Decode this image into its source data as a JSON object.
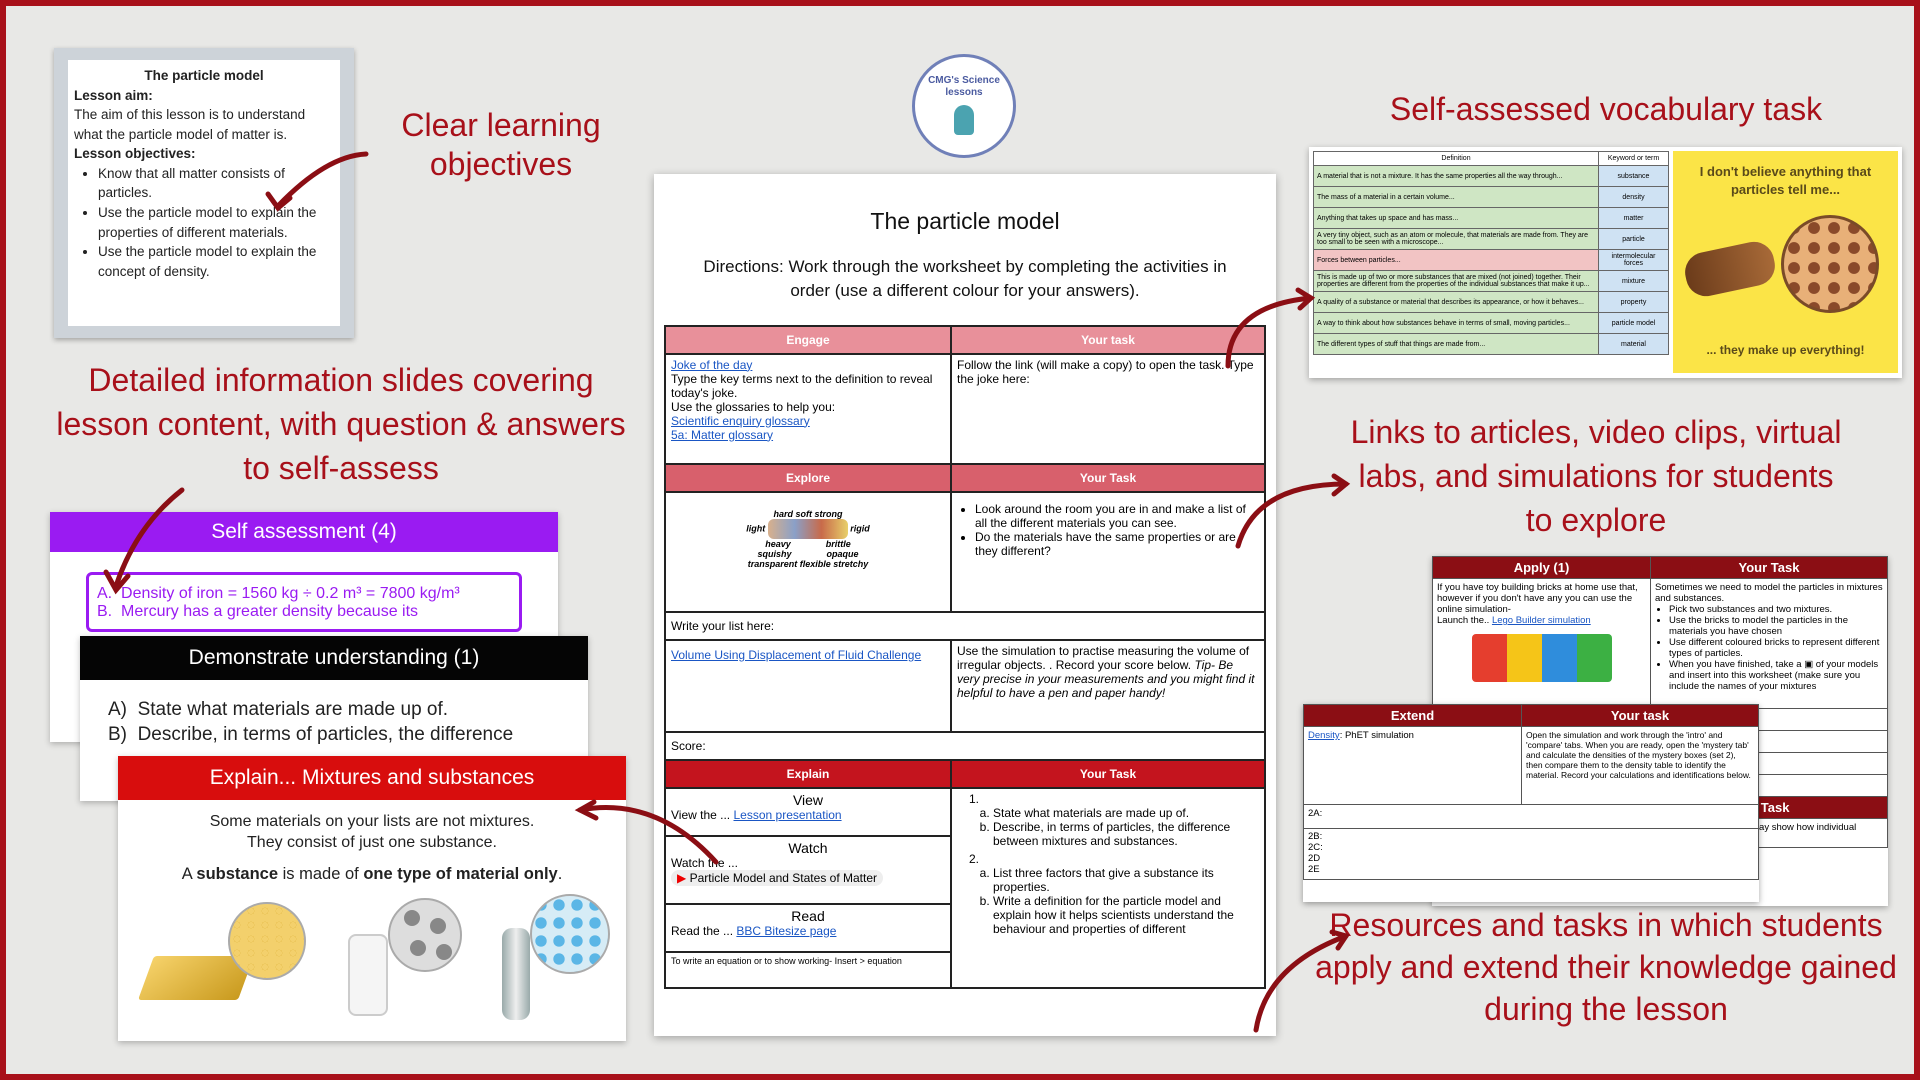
{
  "logo": {
    "text": "CMG's Science lessons"
  },
  "callouts": {
    "objectives": "Clear learning objectives",
    "info_slides": "Detailed information slides covering lesson content, with question & answers to self-assess",
    "vocab": "Self-assessed vocabulary task",
    "links": "Links to articles, video clips, virtual labs, and simulations for students to explore",
    "resources": "Resources and tasks in which students apply and extend their knowledge gained during the lesson"
  },
  "objectives_slide": {
    "title": "The particle model",
    "aim_label": "Lesson aim:",
    "aim_text": "The aim of this lesson is to understand what the particle model of matter is.",
    "obj_label": "Lesson objectives:",
    "objectives": [
      "Know that all matter consists of particles.",
      "Use the particle model to explain the properties of different materials.",
      "Use the particle model to explain the concept of density."
    ]
  },
  "slides": {
    "self_assessment": {
      "title": "Self assessment (4)",
      "a": "Density of iron = 1560 kg ÷ 0.2 m³ = 7800 kg/m³",
      "b": "Mercury has a greater density because its"
    },
    "demonstrate": {
      "title": "Demonstrate understanding (1)",
      "a": "State what materials are made up of.",
      "b": "Describe, in terms of particles, the difference"
    },
    "explain": {
      "title": "Explain... Mixtures and substances",
      "line1": "Some materials on your lists are not mixtures.",
      "line2": "They consist of just one substance.",
      "def_pre": "A",
      "def_word": "substance",
      "def_mid": "is made of",
      "def_bold": "one type of material only",
      "def_end": "."
    }
  },
  "worksheet": {
    "title": "The particle model",
    "directions": "Directions: Work through the worksheet by completing the activities in order (use a different colour for your answers).",
    "engage": {
      "head": "Engage",
      "task_head": "Your task",
      "link1": "Joke of the day",
      "text1": "Type the key terms next to the definition to reveal today's joke.",
      "text2": "Use the glossaries to help you:",
      "link2": "Scientific enquiry glossary",
      "link3": "5a: Matter glossary",
      "task": "Follow the link (will make a copy) to open the task. Type the joke here:"
    },
    "explore": {
      "head": "Explore",
      "task_head": "Your Task",
      "words": [
        "hard",
        "soft",
        "strong",
        "light",
        "rigid",
        "heavy",
        "brittle",
        "squishy",
        "opaque",
        "transparent",
        "flexible",
        "stretchy"
      ],
      "bullets": [
        "Look around the room you are in and make a list of all the different materials you can see.",
        "Do the materials have the same properties or are they different?"
      ],
      "write_list": "Write your list here:",
      "sim_link": "Volume Using Displacement of Fluid Challenge",
      "sim_task": "Use the simulation to practise measuring the volume of irregular objects. . Record your score below.",
      "sim_tip": "Tip- Be very precise in your measurements and you might find it helpful to have a pen and paper handy!",
      "score": "Score:"
    },
    "explain": {
      "head": "Explain",
      "task_head": "Your Task",
      "view_head": "View",
      "view_pre": "View the ...",
      "view_link": "Lesson presentation",
      "watch_head": "Watch",
      "watch_pre": "Watch the ...",
      "watch_chip": "Particle Model and States of Matter",
      "read_head": "Read",
      "read_pre": "Read the ...",
      "read_link": "BBC Bitesize page",
      "equation_note": "To write an equation or to show working- Insert > equation",
      "num1": "1.",
      "q1": [
        "State what materials are made up of.",
        "Describe, in terms of particles, the difference between mixtures and substances."
      ],
      "num2": "2.",
      "q2": [
        "List three factors that give a substance its properties.",
        "Write a definition for the particle model and explain how it helps scientists understand the behaviour and properties of different"
      ]
    }
  },
  "vocab": {
    "col_def": "Definition",
    "col_term": "Keyword or term",
    "rows": [
      {
        "def": "A material that is not a mixture. It has the same properties all the way through...",
        "term": "substance",
        "color": "#cfe6c4"
      },
      {
        "def": "The mass of a material in a certain volume...",
        "term": "density",
        "color": "#cfe6c4"
      },
      {
        "def": "Anything that takes up space and has mass...",
        "term": "matter",
        "color": "#cfe6c4"
      },
      {
        "def": "A very tiny object, such as an atom or molecule, that materials are made from. They are too small to be seen with a microscope...",
        "term": "particle",
        "color": "#cfe6c4"
      },
      {
        "def": "Forces between particles...",
        "term": "intermolecular forces",
        "color": "#f2c4c4"
      },
      {
        "def": "This is made up of two or more substances that are mixed (not joined) together. Their properties are different from the properties of the individual substances that make it up...",
        "term": "mixture",
        "color": "#cfe6c4"
      },
      {
        "def": "A quality of a substance or material that describes its appearance, or how it behaves...",
        "term": "property",
        "color": "#cfe6c4"
      },
      {
        "def": "A way to think about how substances behave in terms of small, moving particles...",
        "term": "particle model",
        "color": "#cfe6c4"
      },
      {
        "def": "The different types of stuff that things are made from...",
        "term": "material",
        "color": "#cfe6c4"
      }
    ],
    "joke_top": "I don't believe anything that particles tell me...",
    "joke_bottom": "... they make up everything!"
  },
  "apply": {
    "head": "Apply (1)",
    "task_head": "Your Task",
    "text": "If you have toy building bricks at home use that, however if you don't have any you can use the online simulation-",
    "launch_pre": "Launch the..",
    "launch_link": "Lego Builder simulation",
    "intro": "Sometimes we need to model the particles in mixtures and substances.",
    "bullets": [
      "Pick two substances and two mixtures.",
      "Use the bricks to model the particles in the materials you have chosen",
      "Use different coloured bricks to represent different types of particles.",
      "When you have finished, take a ▣ of your models and insert into this worksheet (make sure you include the names of your mixtures"
    ],
    "task2": "ır Task",
    "task2_text": "perhaps using an everyday show how individual ubstances."
  },
  "extend": {
    "head": "Extend",
    "task_head": "Your task",
    "link": "Density",
    "link_rest": ": PhET simulation",
    "task": "Open the simulation and work through the 'intro' and 'compare' tabs. When you are ready, open the 'mystery tab' and calculate the densities of the mystery boxes (set 2), then compare them to the density table to identify the material. Record your calculations and identifications below.",
    "rows": [
      "2A:",
      "2B:",
      "2C:",
      "2D",
      "2E"
    ]
  }
}
